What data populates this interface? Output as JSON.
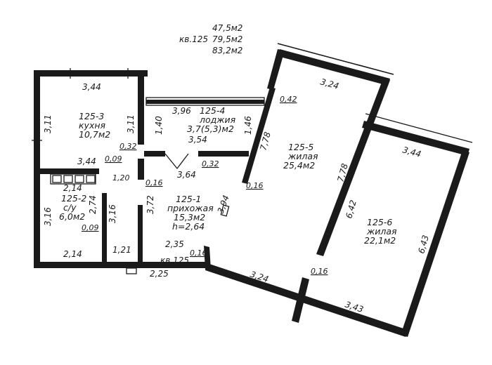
{
  "header": {
    "apartment": "кв.125",
    "area_1": "47,5м2",
    "area_2": "79,5м2",
    "area_3": "83,2м2"
  },
  "rooms": {
    "kitchen": {
      "id": "125-3",
      "name": "кухня",
      "area": "10,7м2"
    },
    "loggia": {
      "id": "125-4",
      "name": "лоджия",
      "area": "3,7(5,3)м2"
    },
    "bath": {
      "id": "125-2",
      "name": "с/у",
      "area": "6,0м2"
    },
    "hall": {
      "id": "125-1",
      "name": "прихожая",
      "area": "15,3м2",
      "height": "h=2,64"
    },
    "living1": {
      "id": "125-5",
      "name": "жилая",
      "area": "25,4м2"
    },
    "living2": {
      "id": "125-6",
      "name": "жилая",
      "area": "22,1м2"
    }
  },
  "dims": {
    "d1": "3,44",
    "d2": "3,11",
    "d3": "3,11",
    "d4": "0,32",
    "d5": "3,44",
    "d6": "0,09",
    "d7": "2,14",
    "d8": "1,20",
    "d9": "0,16",
    "d10": "3,96",
    "d11": "1,40",
    "d12": "1,46",
    "d13": "3,54",
    "d14": "3,64",
    "d15": "0,32",
    "d16": "3,16",
    "d17": "2,74",
    "d18": "3,16",
    "d19": "0,09",
    "d20": "3,72",
    "d21": "3,94",
    "d22": "2,14",
    "d23": "1,21",
    "d24": "2,35",
    "d25": "0,16",
    "d26": "кв.125",
    "d27": "2,25",
    "d28": "3,24",
    "d29": "0,42",
    "d30": "7,78",
    "d31": "0,16",
    "d32": "7,78",
    "d33": "6,42",
    "d34": "3,44",
    "d35": "6,43",
    "d36": "3,24",
    "d37": "0,16",
    "d38": "3,43"
  }
}
